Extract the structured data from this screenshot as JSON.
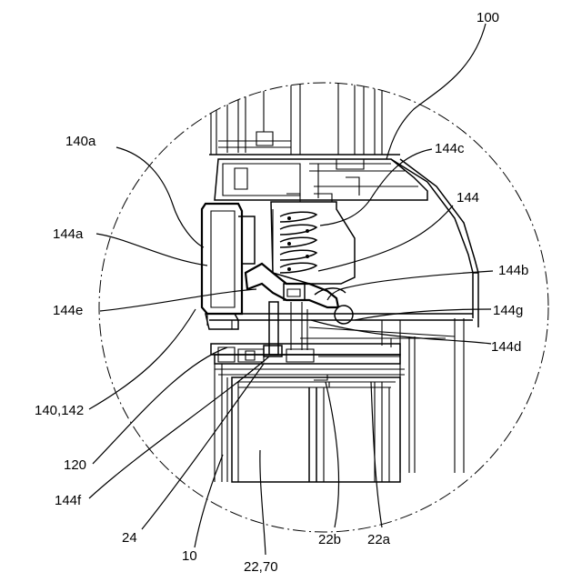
{
  "labels": {
    "l100": "100",
    "l140a": "140a",
    "l144c": "144c",
    "l144": "144",
    "l144a": "144a",
    "l144b": "144b",
    "l144e": "144e",
    "l144g": "144g",
    "l144d": "144d",
    "l140_142": "140,142",
    "l120": "120",
    "l144f": "144f",
    "l24": "24",
    "l10": "10",
    "l22b": "22b",
    "l22a": "22a",
    "l22_70": "22,70"
  }
}
